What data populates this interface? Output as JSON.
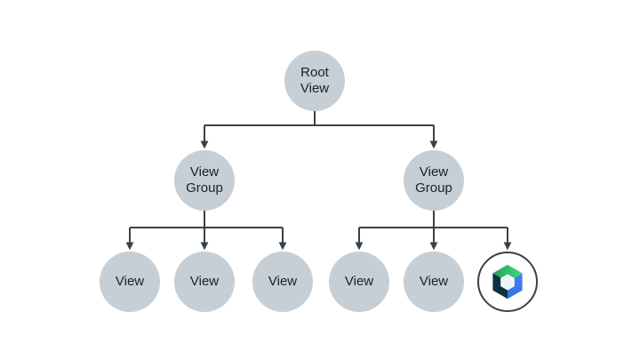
{
  "diagram": {
    "description": "View hierarchy tree diagram",
    "background": "#ffffff",
    "connector_color": "#3c4043",
    "node": {
      "fill": "#c6ced6",
      "text_color": "#202124"
    },
    "nodes": [
      {
        "id": "root-view",
        "line1": "Root",
        "line2": "View"
      },
      {
        "id": "view-group-left",
        "line1": "View",
        "line2": "Group"
      },
      {
        "id": "view-group-right",
        "line1": "View",
        "line2": "Group"
      },
      {
        "id": "view-1",
        "line1": "View"
      },
      {
        "id": "view-2",
        "line1": "View"
      },
      {
        "id": "view-3",
        "line1": "View"
      },
      {
        "id": "view-4",
        "line1": "View"
      },
      {
        "id": "view-5",
        "line1": "View"
      },
      {
        "id": "compose-leaf",
        "icon": "jetpack-compose-icon"
      }
    ],
    "compose_icon_colors": {
      "top_green_start": "#24a05c",
      "top_green_end": "#41d97e",
      "right_blue_start": "#4285f4",
      "right_blue_end": "#3270e2",
      "left_navy": "#0b3142",
      "center_hex": "#eef5fa",
      "ring": "#3c4043"
    }
  }
}
